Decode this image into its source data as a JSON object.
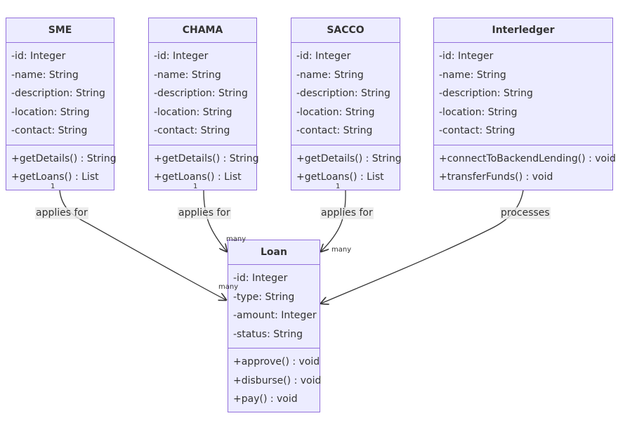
{
  "classes": [
    {
      "id": "sme",
      "name": "SME",
      "attributes": [
        "-id: Integer",
        "-name: String",
        "-description: String",
        "-location: String",
        "-contact: String"
      ],
      "methods": [
        "+getDetails() : String",
        "+getLoans() : List"
      ]
    },
    {
      "id": "chama",
      "name": "CHAMA",
      "attributes": [
        "-id: Integer",
        "-name: String",
        "-description: String",
        "-location: String",
        "-contact: String"
      ],
      "methods": [
        "+getDetails() : String",
        "+getLoans() : List"
      ]
    },
    {
      "id": "sacco",
      "name": "SACCO",
      "attributes": [
        "-id: Integer",
        "-name: String",
        "-description: String",
        "-location: String",
        "-contact: String"
      ],
      "methods": [
        "+getDetails() : String",
        "+getLoans() : List"
      ]
    },
    {
      "id": "interledger",
      "name": "Interledger",
      "attributes": [
        "-id: Integer",
        "-name: String",
        "-description: String",
        "-location: String",
        "-contact: String"
      ],
      "methods": [
        "+connectToBackendLending() : void",
        "+transferFunds() : void"
      ]
    },
    {
      "id": "loan",
      "name": "Loan",
      "attributes": [
        "-id: Integer",
        "-type: String",
        "-amount: Integer",
        "-status: String"
      ],
      "methods": [
        "+approve() : void",
        "+disburse() : void",
        "+pay() : void"
      ]
    }
  ],
  "relations": [
    {
      "from": "sme",
      "to": "loan",
      "label": "applies for",
      "from_card": "1",
      "to_card": "many"
    },
    {
      "from": "chama",
      "to": "loan",
      "label": "applies for",
      "from_card": "1",
      "to_card": "many"
    },
    {
      "from": "sacco",
      "to": "loan",
      "label": "applies for",
      "from_card": "1",
      "to_card": "many"
    },
    {
      "from": "interledger",
      "to": "loan",
      "label": "processes",
      "from_card": "",
      "to_card": ""
    }
  ],
  "colors": {
    "fill": "#ececff",
    "border": "#9370db",
    "line": "#333333",
    "label_bg": "#e8e8e8"
  }
}
